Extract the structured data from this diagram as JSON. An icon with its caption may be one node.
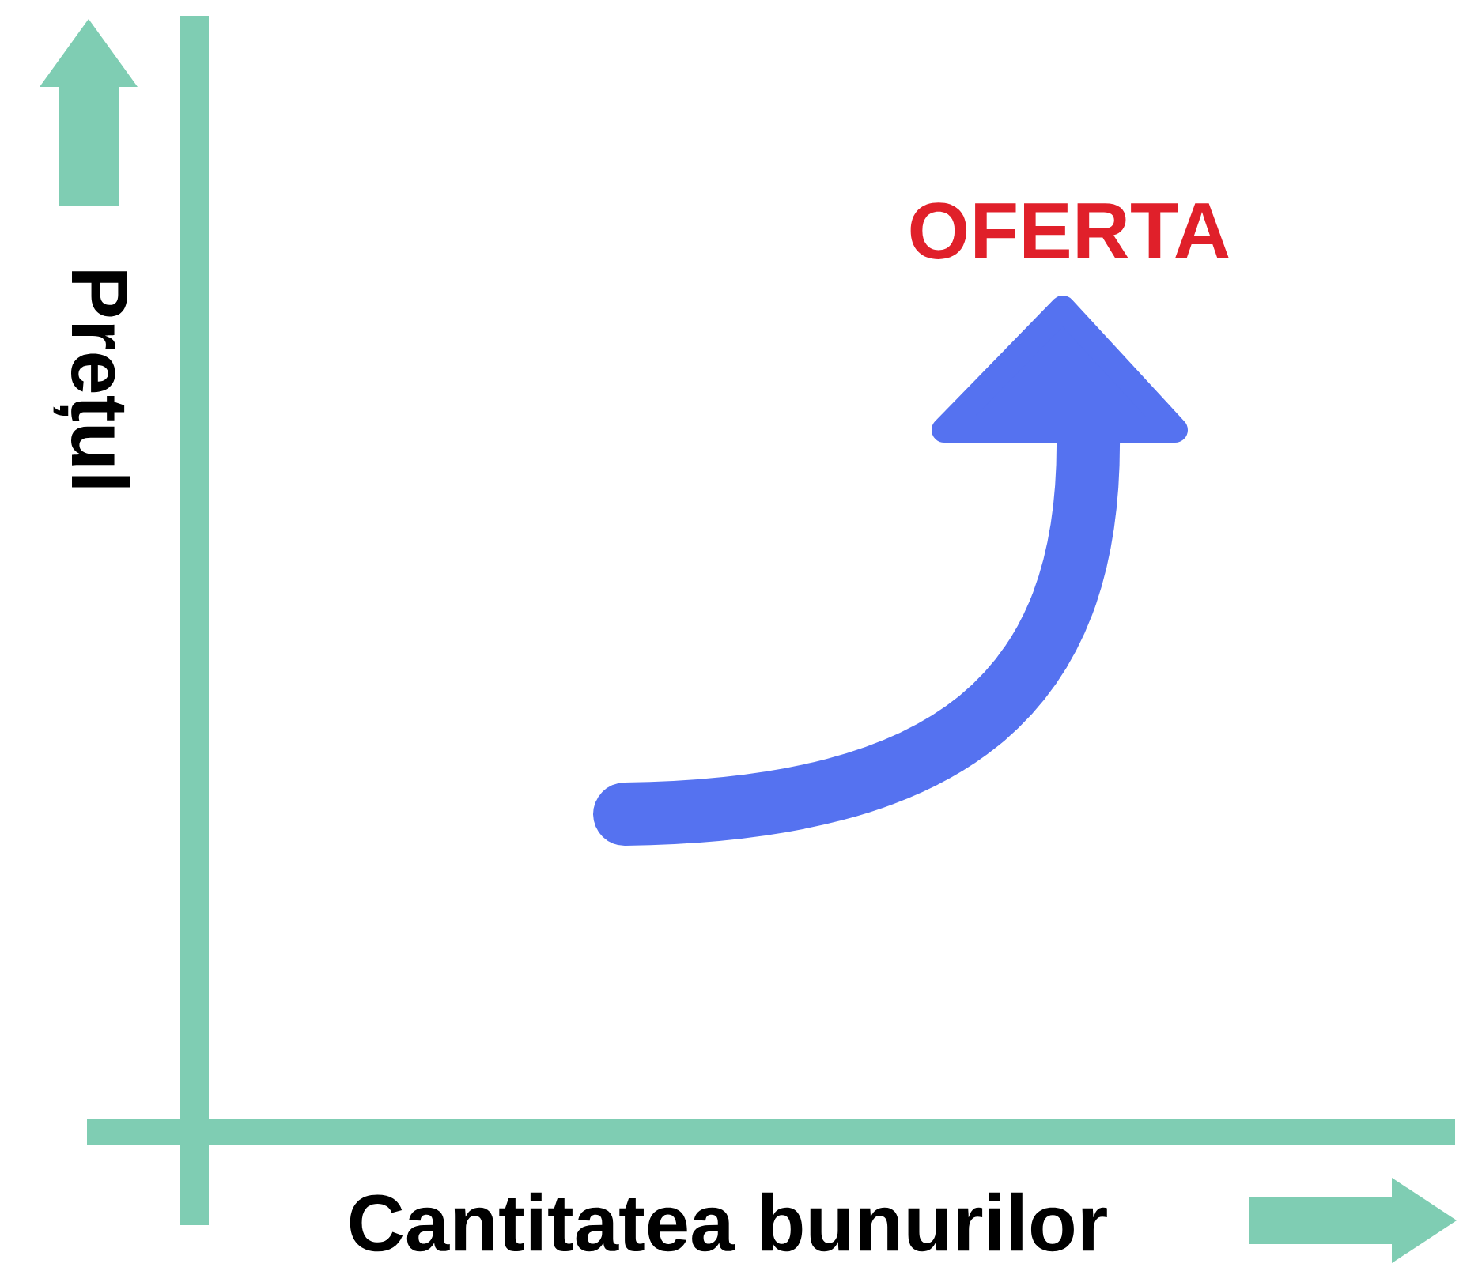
{
  "diagram": {
    "labels": [
      "Prețul",
      "Cantitatea bunurilor",
      "OFERTA"
    ]
  }
}
